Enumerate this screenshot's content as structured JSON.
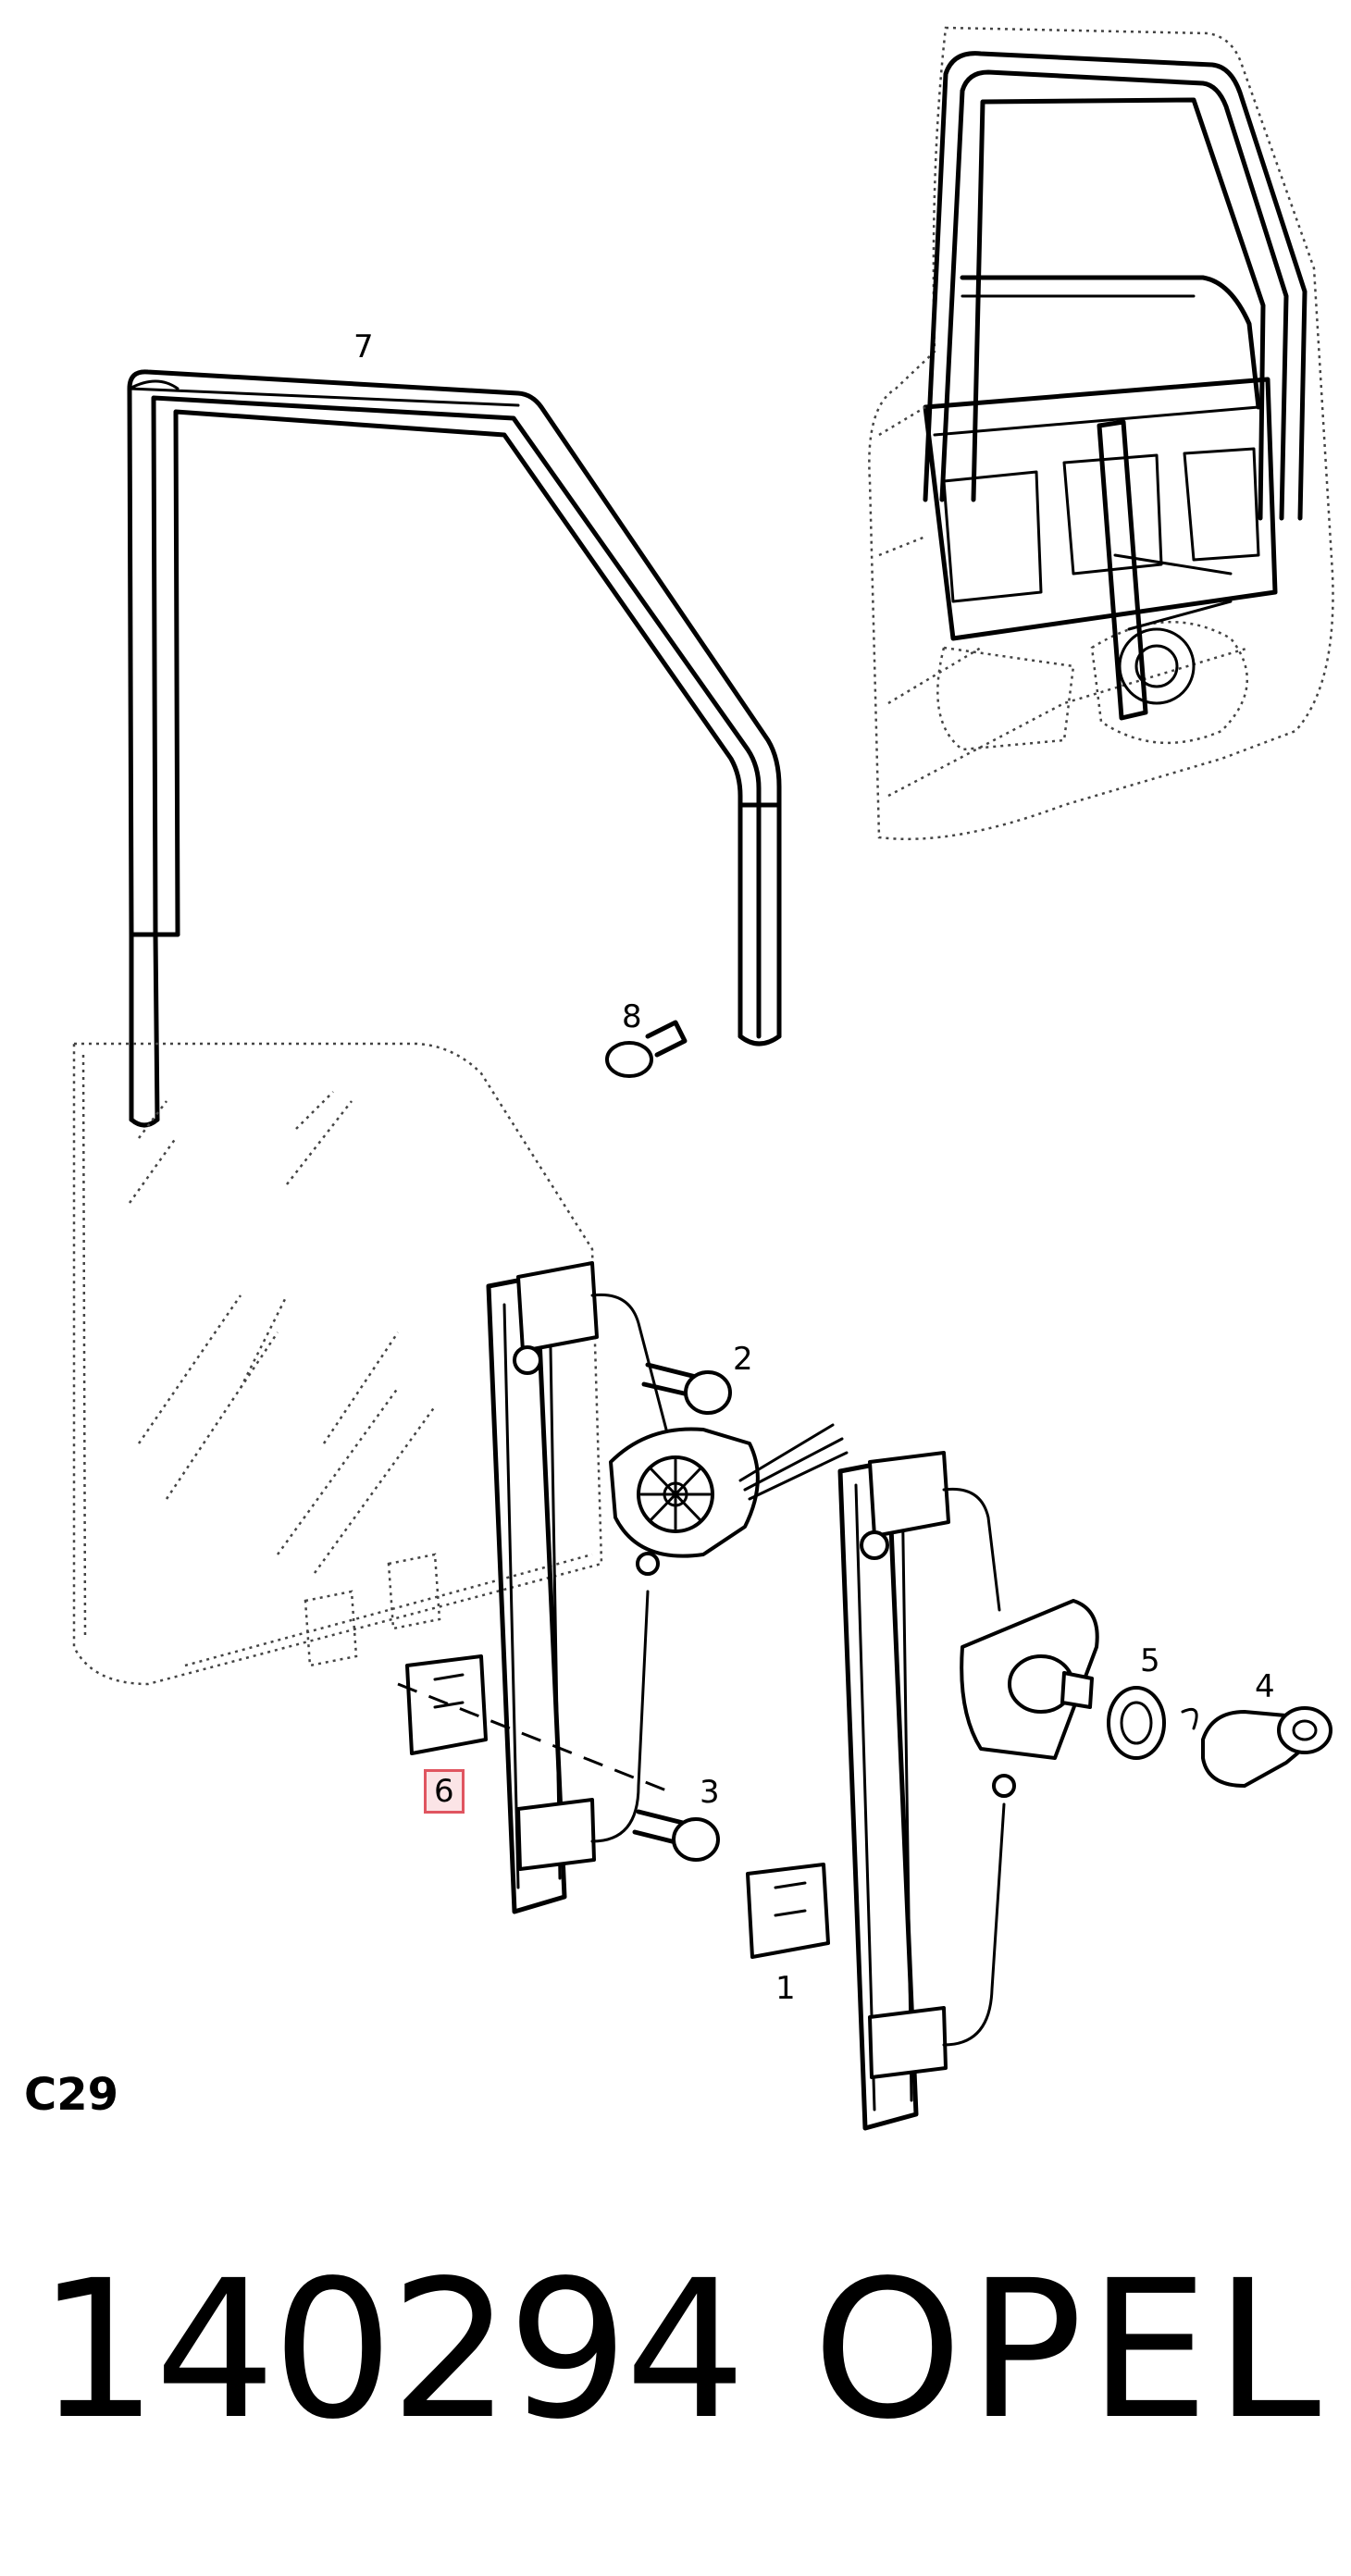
{
  "callouts": {
    "c1": "1",
    "c2": "2",
    "c3": "3",
    "c4": "4",
    "c5": "5",
    "c6": "6",
    "c7": "7",
    "c8": "8"
  },
  "diagram_code": "C29",
  "part_number": "140294",
  "brand": "OPEL",
  "highlight": {
    "callout": "6",
    "border_color": "#e05560",
    "fill_color": "#fbe4e6"
  }
}
